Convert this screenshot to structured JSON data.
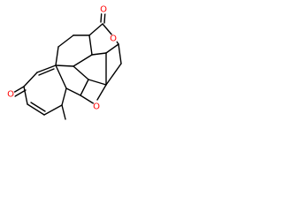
{
  "diagram": {
    "type": "skeletal chemical structure",
    "atom_labels": {
      "o1": "O",
      "o2": "O",
      "o3": "O",
      "o4": "O"
    },
    "colors": {
      "bond": "#000000",
      "heteroatom": "#ff0000"
    }
  }
}
